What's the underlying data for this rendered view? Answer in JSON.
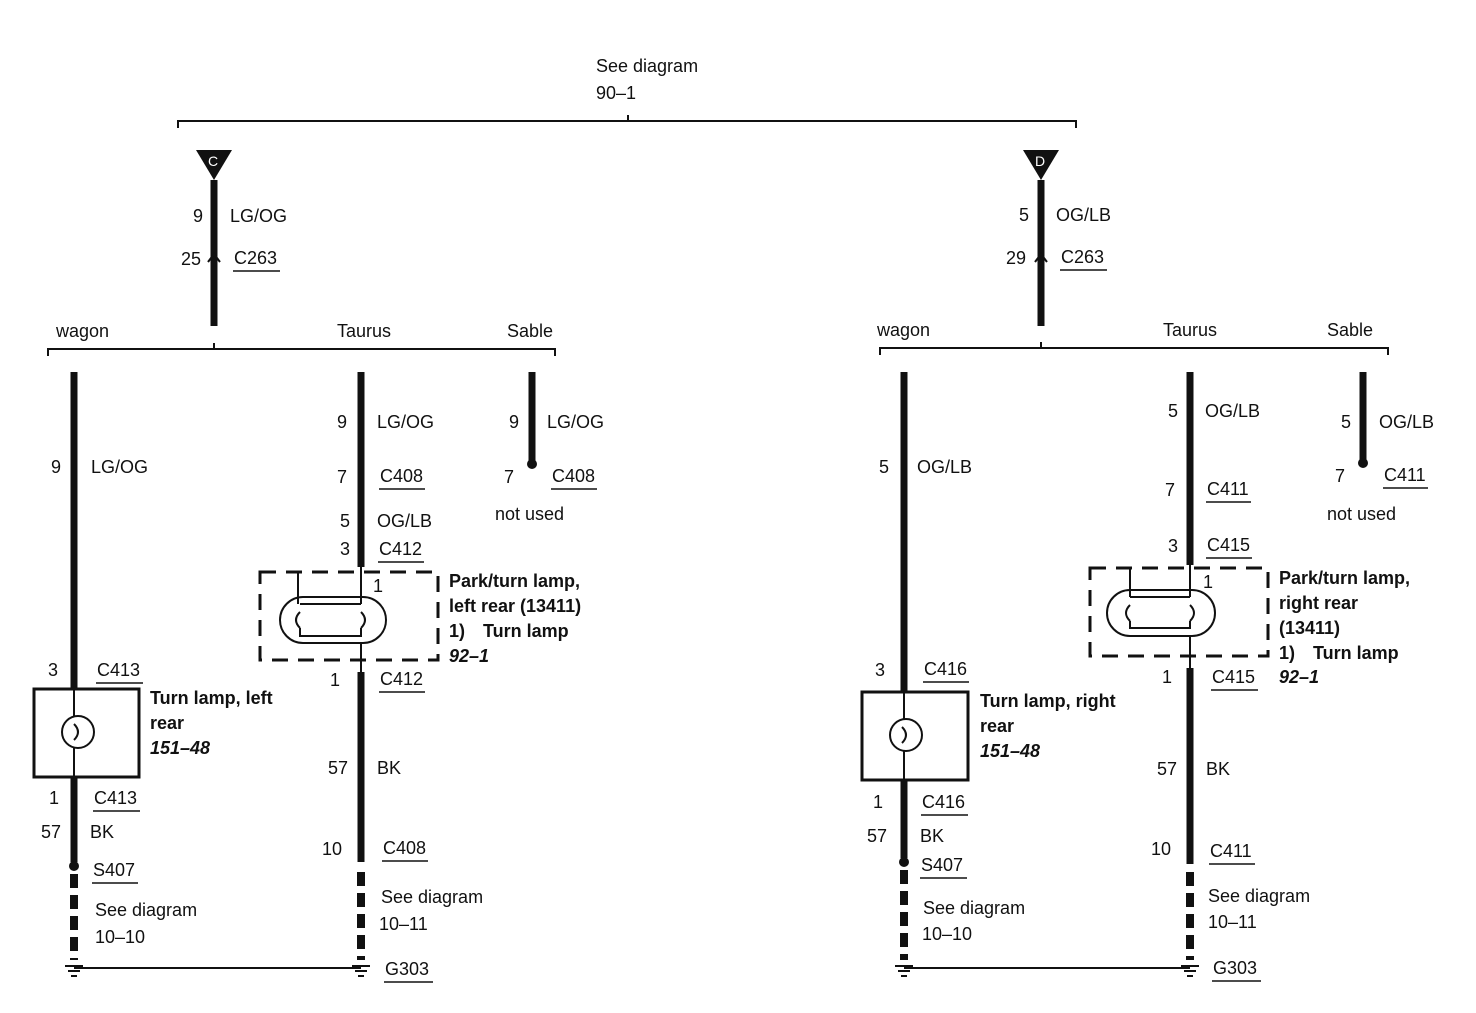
{
  "top": {
    "ref_label": "See diagram",
    "ref_num": "90–1"
  },
  "left": {
    "conn_letter": "C",
    "top_circuit": "9",
    "top_color": "LG/OG",
    "c263_pin": "25",
    "c263": "C263",
    "variants": {
      "wagon": "wagon",
      "taurus": "Taurus",
      "sable": "Sable"
    },
    "wagon": {
      "circuit": "9",
      "color": "LG/OG",
      "c413_top_pin": "3",
      "c413": "C413",
      "lamp": {
        "line1": "Turn lamp, left",
        "line2": "rear",
        "ref": "151–48"
      },
      "c413_bot_pin": "1",
      "gnd_circuit": "57",
      "gnd_color": "BK",
      "splice": "S407",
      "see_label": "See diagram",
      "see_num": "10–10"
    },
    "taurus": {
      "circuit": "9",
      "color": "LG/OG",
      "c408_pin": "7",
      "c408": "C408",
      "circuit2": "5",
      "color2": "OG/LB",
      "c412_top_pin": "3",
      "c412": "C412",
      "lamp_pin": "1",
      "lamp": {
        "line1": "Park/turn lamp,",
        "line2": "left rear (13411)",
        "note_num": "1)",
        "note_text": "Turn lamp",
        "ref": "92–1"
      },
      "c412_bot_pin": "1",
      "gnd_circuit": "57",
      "gnd_color": "BK",
      "c408b_pin": "10",
      "c408b": "C408",
      "see_label": "See diagram",
      "see_num": "10–11",
      "ground": "G303"
    },
    "sable": {
      "circuit": "9",
      "color": "LG/OG",
      "pin": "7",
      "connector": "C408",
      "note": "not used"
    }
  },
  "right": {
    "conn_letter": "D",
    "top_circuit": "5",
    "top_color": "OG/LB",
    "c263_pin": "29",
    "c263": "C263",
    "variants": {
      "wagon": "wagon",
      "taurus": "Taurus",
      "sable": "Sable"
    },
    "wagon": {
      "circuit": "5",
      "color": "OG/LB",
      "c416_top_pin": "3",
      "c416": "C416",
      "lamp": {
        "line1": "Turn lamp, right",
        "line2": "rear",
        "ref": "151–48"
      },
      "c416_bot_pin": "1",
      "gnd_circuit": "57",
      "gnd_color": "BK",
      "splice": "S407",
      "see_label": "See diagram",
      "see_num": "10–10"
    },
    "taurus": {
      "circuit": "5",
      "color": "OG/LB",
      "c411_pin": "7",
      "c411": "C411",
      "c415_top_pin": "3",
      "c415": "C415",
      "lamp_pin": "1",
      "lamp": {
        "line1": "Park/turn lamp,",
        "line2": "right rear",
        "line3": "(13411)",
        "note_num": "1)",
        "note_text": "Turn lamp",
        "ref": "92–1"
      },
      "c415_bot_pin": "1",
      "gnd_circuit": "57",
      "gnd_color": "BK",
      "c411b_pin": "10",
      "c411b": "C411",
      "see_label": "See diagram",
      "see_num": "10–11",
      "ground": "G303"
    },
    "sable": {
      "circuit": "5",
      "color": "OG/LB",
      "pin": "7",
      "connector": "C411",
      "note": "not used"
    }
  }
}
